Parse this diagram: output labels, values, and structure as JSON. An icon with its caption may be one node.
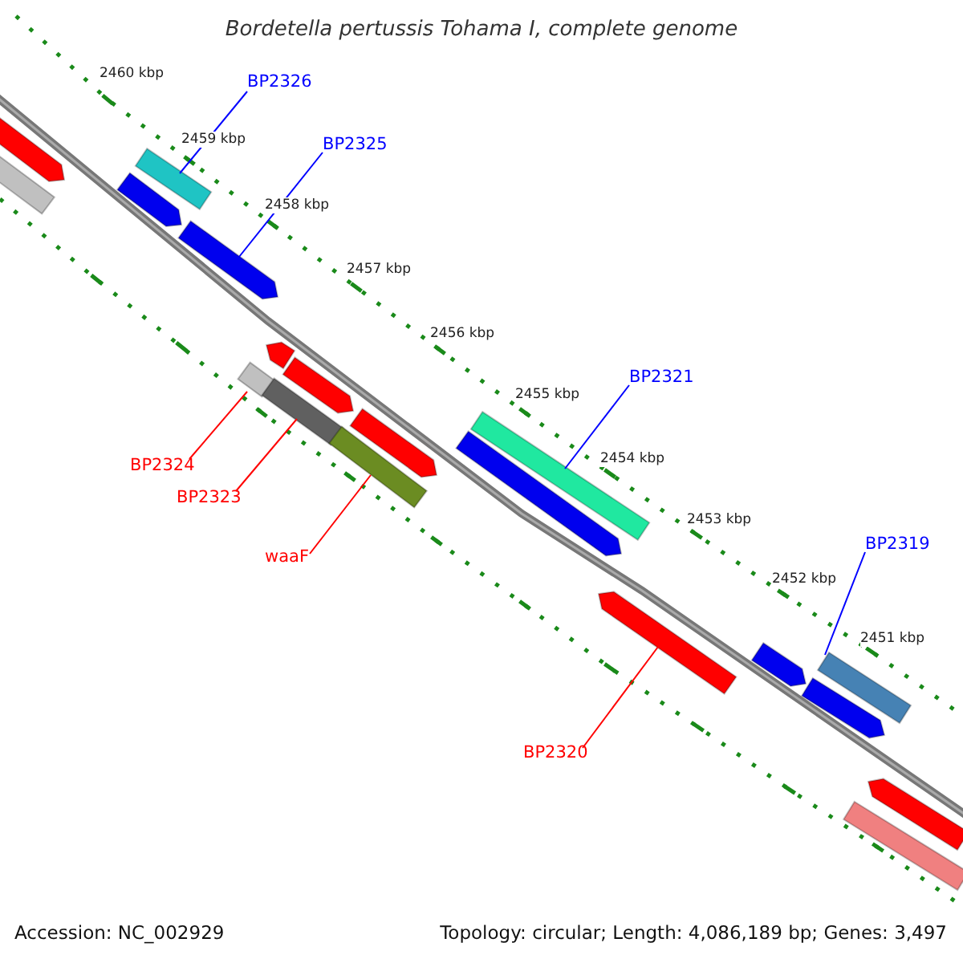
{
  "diagram": {
    "title": "Bordetella pertussis Tohama I, complete genome",
    "nodes": [
      {
        "text": [
          "BP2326"
        ]
      },
      {
        "text": [],
        "shape": "bar"
      },
      {
        "text": [
          "BP2325"
        ]
      },
      {
        "text": [],
        "shape": "bar"
      },
      {
        "text": [
          "BP2324"
        ]
      },
      {
        "text": [],
        "shape": "bar"
      },
      {
        "text": [
          "BP2323"
        ]
      },
      {
        "text": [],
        "shape": "bar"
      },
      {
        "text": [
          "BP2321"
        ]
      },
      {
        "text": [],
        "shape": "bar"
      },
      {
        "text": [
          "waaF"
        ]
      },
      {
        "text": [],
        "shape": "bar"
      },
      {
        "text": [
          "BP2319"
        ]
      },
      {
        "text": [],
        "shape": "bar"
      },
      {
        "text": [
          "BP2320"
        ]
      },
      {
        "text": [],
        "shape": "bar"
      },
      {
        "text": [],
        "shape": "bar"
      },
      {
        "text": [],
        "shape": "bar"
      },
      {
        "text": [],
        "shape": "bar"
      },
      {
        "text": [],
        "shape": "bar"
      },
      {
        "text": [],
        "shape": "bar"
      },
      {
        "text": [],
        "shape": "bar"
      },
      {
        "text": [],
        "shape": "bar"
      },
      {
        "text": [],
        "shape": "bar"
      },
      {
        "text": [],
        "shape": "bar"
      },
      {
        "text": [],
        "shape": "bar"
      },
      {
        "text": [],
        "shape": "bar"
      }
    ],
    "edges": [
      {
        "from": 0,
        "to": 1,
        "arrow": "none"
      },
      {
        "from": 2,
        "to": 3,
        "arrow": "none"
      },
      {
        "from": 4,
        "to": 5,
        "arrow": "none",
        "color": "#ff0000"
      },
      {
        "from": 6,
        "to": 7,
        "arrow": "none",
        "color": "#ff0000"
      },
      {
        "from": 8,
        "to": 9,
        "arrow": "none"
      },
      {
        "from": 10,
        "to": 11,
        "arrow": "none",
        "color": "#ff0000"
      },
      {
        "from": 12,
        "to": 13,
        "arrow": "none"
      },
      {
        "from": 14,
        "to": 15,
        "arrow": "none",
        "color": "#ff0000"
      }
    ],
    "labels": [
      "2460 kbp",
      "2459 kbp",
      "2458 kbp",
      "2457 kbp",
      "2456 kbp",
      "2455 kbp",
      "2454 kbp",
      "2453 kbp",
      "2452 kbp",
      "2451 kbp",
      "Accession: NC_002929",
      "Topology: circular; Length: 4,086,189 bp; Genes: 3,497"
    ]
  }
}
